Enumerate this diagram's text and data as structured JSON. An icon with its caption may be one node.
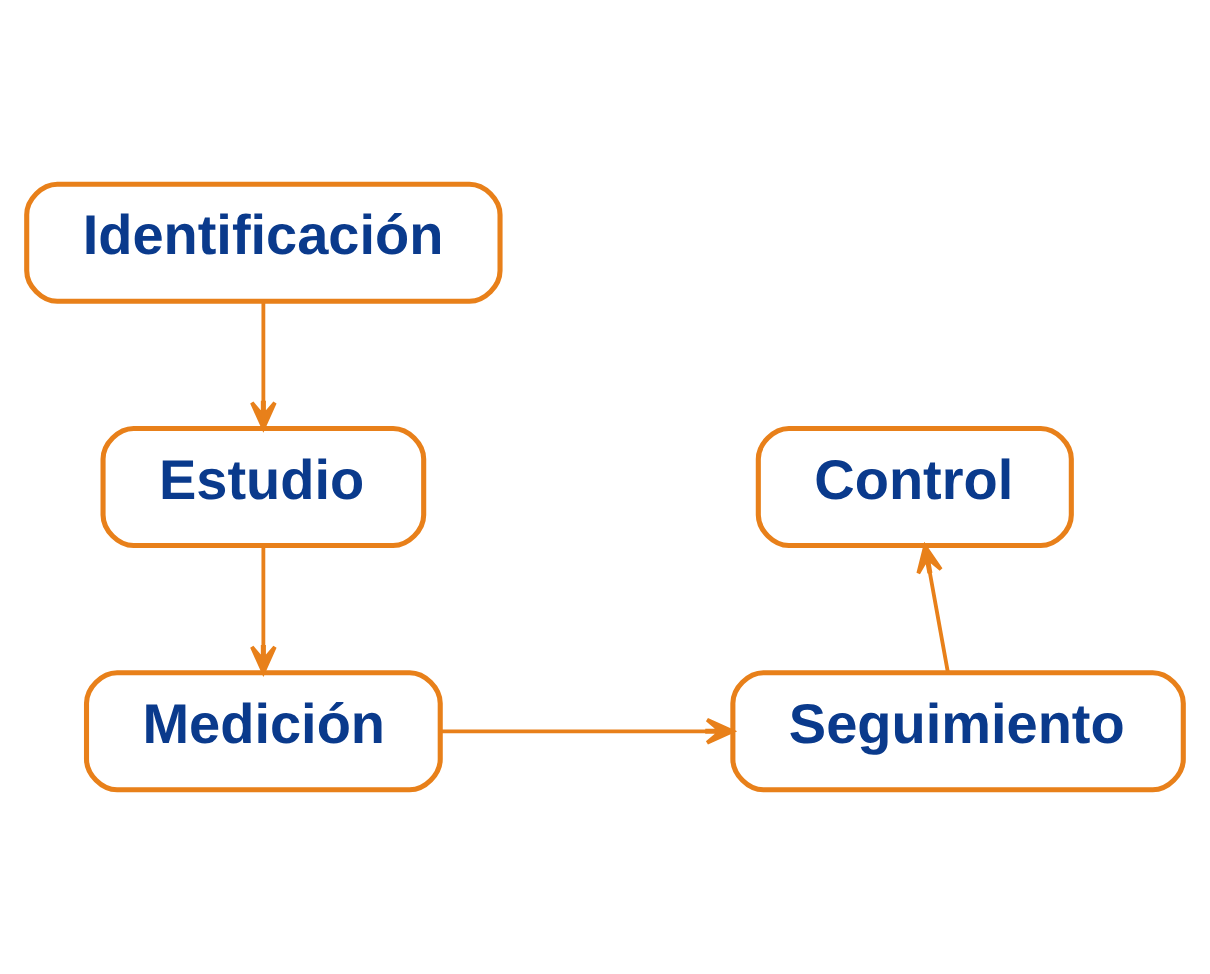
{
  "diagram": {
    "nodes": [
      {
        "text": [
          "Identificación"
        ]
      },
      {
        "text": [
          "Estudio"
        ]
      },
      {
        "text": [
          "Medición"
        ]
      },
      {
        "text": [
          "Seguimiento"
        ]
      },
      {
        "text": [
          "Control"
        ]
      }
    ],
    "edges": [
      {
        "from": 0,
        "to": 1,
        "arrow": "to"
      },
      {
        "from": 1,
        "to": 2,
        "arrow": "to"
      },
      {
        "from": 2,
        "to": 3,
        "arrow": "to"
      },
      {
        "from": 3,
        "to": 4,
        "arrow": "to"
      }
    ]
  }
}
